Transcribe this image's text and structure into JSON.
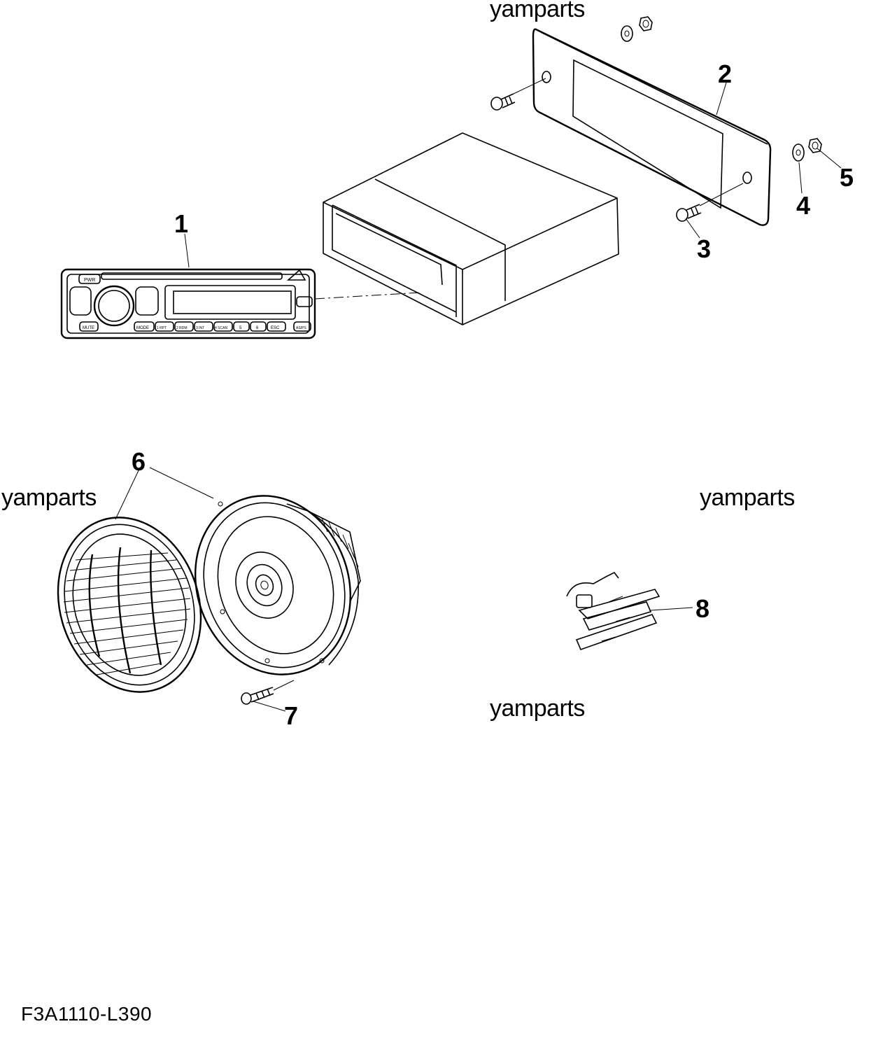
{
  "watermarks": [
    "yamparts",
    "yamparts",
    "yamparts",
    "yamparts"
  ],
  "callouts": [
    "1",
    "2",
    "3",
    "4",
    "5",
    "6",
    "7",
    "8"
  ],
  "diagram_code": "F3A1110-L390",
  "radio_buttons": [
    "PWR",
    "MUTE",
    "MODE",
    "1 RPT",
    "2 RDM",
    "3 INT",
    "4 SCAN",
    "5",
    "6",
    "ESC",
    "AS/PS"
  ]
}
